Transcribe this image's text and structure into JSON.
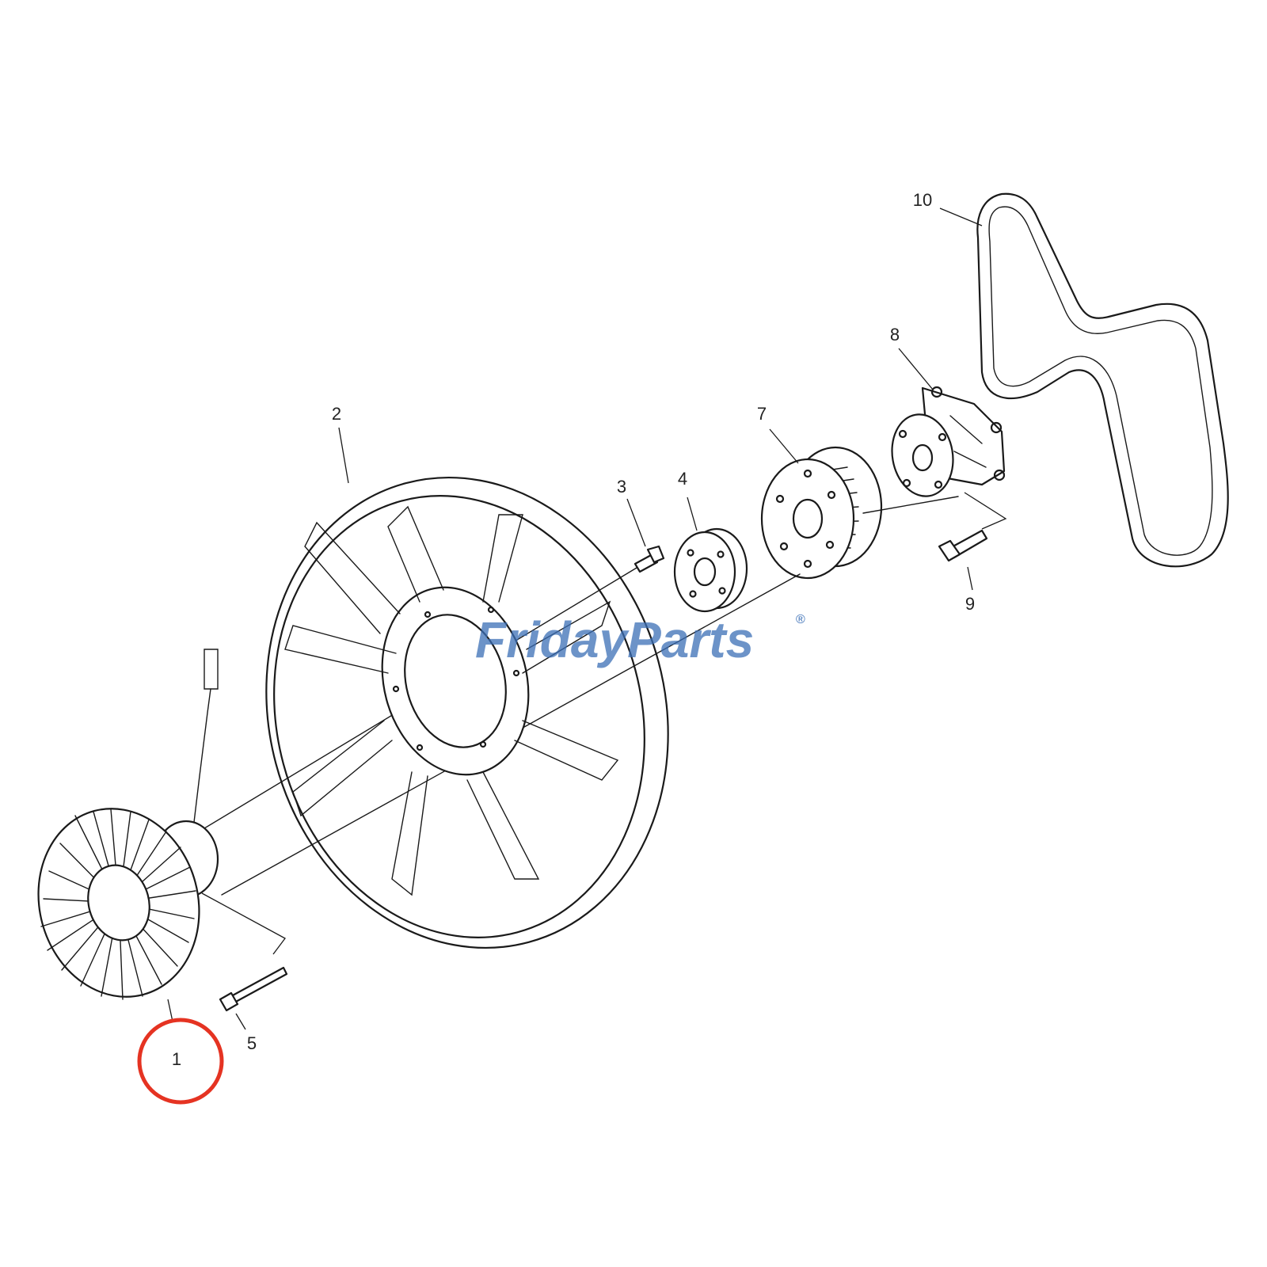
{
  "diagram": {
    "labels": {
      "p1": "1",
      "p2": "2",
      "p3": "3",
      "p4": "4",
      "p5": "5",
      "p7": "7",
      "p8": "8",
      "p9": "9",
      "p10": "10"
    },
    "highlighted_part": "1",
    "highlight_color": "#e53322",
    "line_color": "#1a1a1a"
  },
  "watermark": {
    "part_a": "Friday",
    "part_b": "Parts",
    "mark": "®",
    "color_main": "#3b6fb6",
    "color_accent": "#f0a030"
  }
}
